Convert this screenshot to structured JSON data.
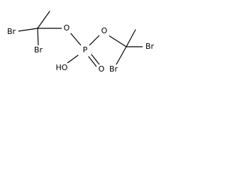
{
  "structure": {
    "atoms": {
      "br_left_top": "Br",
      "br_left_bottom": "Br",
      "o_left": "O",
      "p_center": "P",
      "ho_left": "HO",
      "o_right_bottom": "O",
      "o_right": "O",
      "br_right_top": "Br",
      "br_right_bottom": "Br"
    }
  }
}
